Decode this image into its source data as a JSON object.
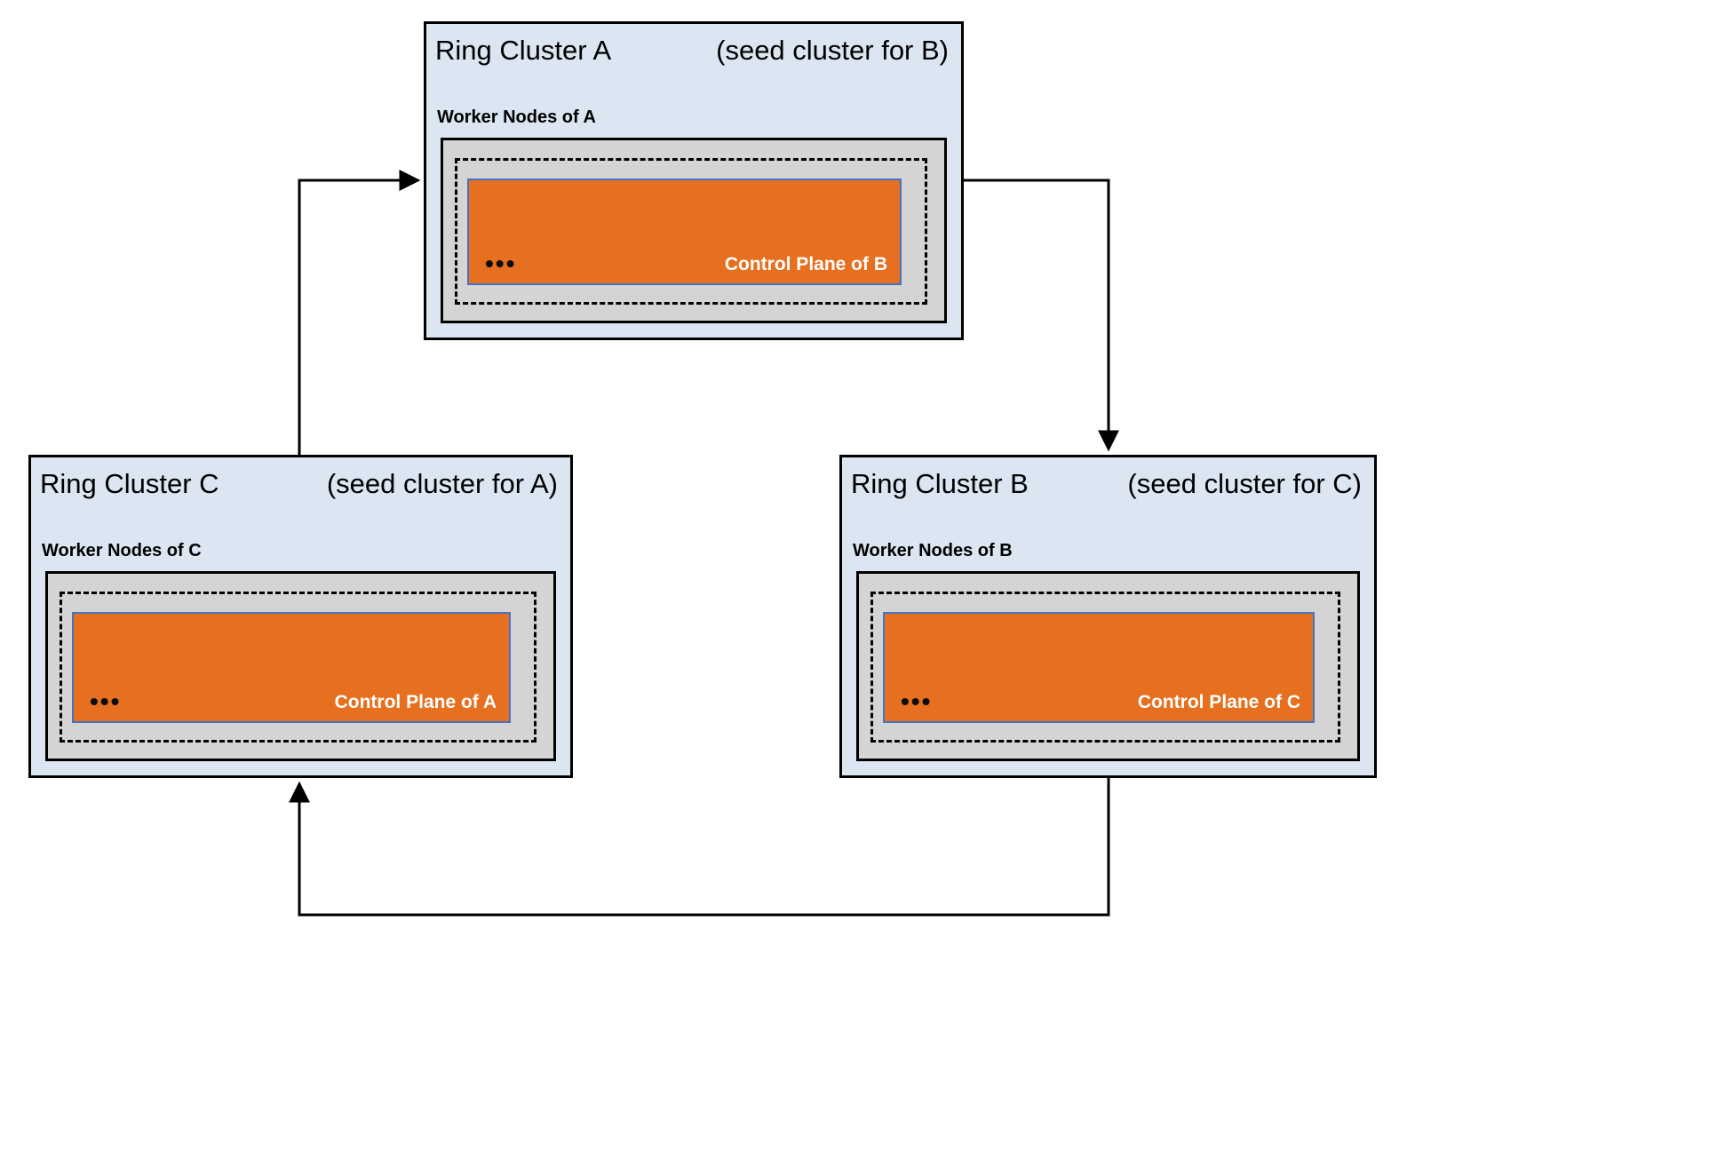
{
  "clusters": [
    {
      "id": "A",
      "title": "Ring Cluster A",
      "subtitle": "(seed cluster for B)",
      "worker_label": "Worker Nodes of A",
      "control_plane_label": "Control Plane of B",
      "dots": "•••"
    },
    {
      "id": "C",
      "title": "Ring Cluster C",
      "subtitle": "(seed cluster for A)",
      "worker_label": "Worker Nodes of C",
      "control_plane_label": "Control Plane of A",
      "dots": "•••"
    },
    {
      "id": "B",
      "title": "Ring Cluster B",
      "subtitle": "(seed cluster for C)",
      "worker_label": "Worker Nodes of B",
      "control_plane_label": "Control Plane of C",
      "dots": "•••"
    }
  ],
  "arrows": [
    {
      "from": "Ring Cluster C",
      "to": "Ring Cluster A"
    },
    {
      "from": "Ring Cluster A",
      "to": "Ring Cluster B"
    },
    {
      "from": "Ring Cluster B",
      "to": "Ring Cluster C"
    }
  ],
  "colors": {
    "cluster_bg": "#dbe6f2",
    "gray_box": "#d4d4d4",
    "orange": "#e6701f",
    "orange_border": "#4472c4",
    "arrow": "#000000"
  }
}
